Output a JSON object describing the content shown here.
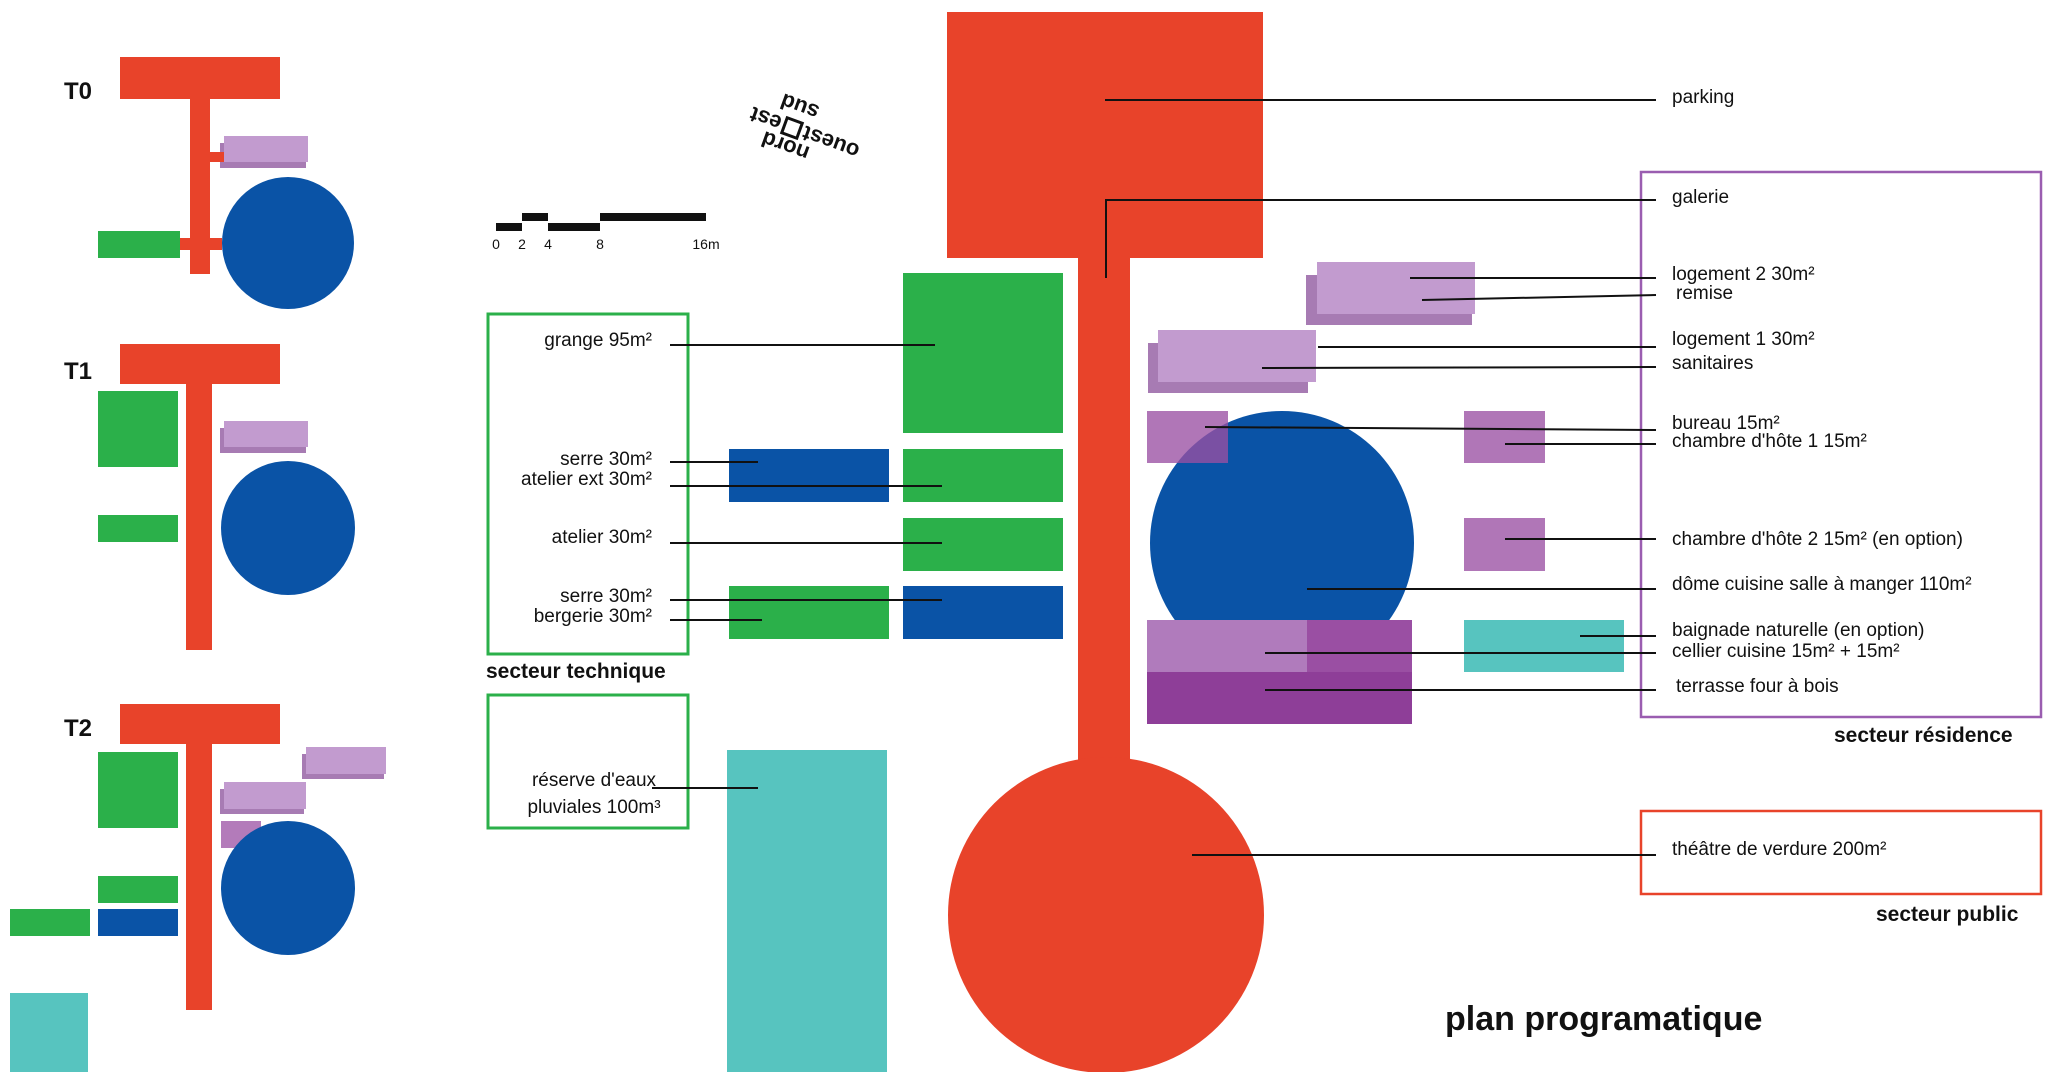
{
  "title": "plan programatique",
  "colors": {
    "red": "#E8432A",
    "blue": "#0A53A6",
    "green": "#2BB04A",
    "teal": "#57C4BF",
    "lilac": "#C29BCF",
    "purple": "#9A4FA3",
    "lineColor": "#111111"
  },
  "phases": [
    "T0",
    "T1",
    "T2"
  ],
  "compass": {
    "n": "nord",
    "s": "sud",
    "e": "est",
    "o": "ouest"
  },
  "scale": {
    "ticks": [
      "0",
      "2",
      "4",
      "8",
      "16m"
    ]
  },
  "sectors": {
    "technique": "secteur technique",
    "residence": "secteur résidence",
    "public": "secteur public"
  },
  "labels": {
    "parking": "parking",
    "galerie": "galerie",
    "logement2": "logement 2  30m²",
    "remise": "remise",
    "logement1": "logement 1  30m²",
    "sanitaires": "sanitaires",
    "bureau": "bureau  15m²",
    "chambre1": "chambre d'hôte 1  15m²",
    "chambre2": "chambre d'hôte 2  15m² (en option)",
    "dome": "dôme cuisine salle à manger 110m²",
    "baignade": "baignade naturelle (en option)",
    "cellier": "cellier cuisine 15m² + 15m²",
    "terrasse": "terrasse four à bois",
    "theatre": "théâtre de verdure 200m²",
    "grange": "grange 95m²",
    "serre1": "serre 30m²",
    "atelierExt": "atelier ext 30m²",
    "atelier": "atelier 30m²",
    "serre2": "serre 30m²",
    "bergerie": "bergerie 30m²",
    "reserve1": "réserve d'eaux",
    "reserve2": "pluviales 100m³"
  }
}
